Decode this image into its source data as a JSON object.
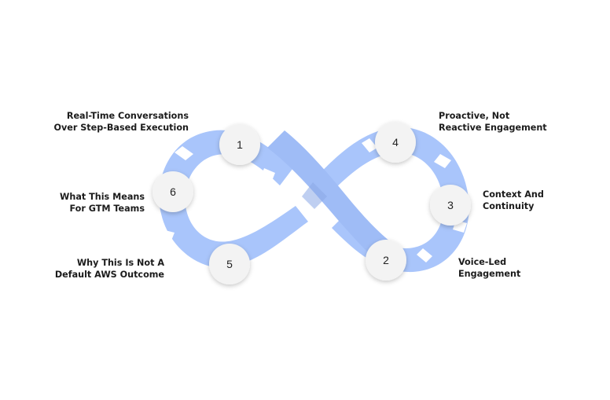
{
  "colors": {
    "loop": "#a9c5fb",
    "loop_shade": "#95b3ef",
    "node_fill": "#f3f3f3",
    "text": "#1c1c1c"
  },
  "nodes": [
    {
      "number": "1",
      "line1": "Real-Time Conversations",
      "line2": "Over Step-Based Execution"
    },
    {
      "number": "2",
      "line1": "Voice-Led",
      "line2": "Engagement"
    },
    {
      "number": "3",
      "line1": "Context And",
      "line2": "Continuity"
    },
    {
      "number": "4",
      "line1": "Proactive, Not",
      "line2": "Reactive Engagement"
    },
    {
      "number": "5",
      "line1": "Why This Is Not A",
      "line2": "Default AWS Outcome"
    },
    {
      "number": "6",
      "line1": "What This Means",
      "line2": "For GTM Teams"
    }
  ]
}
